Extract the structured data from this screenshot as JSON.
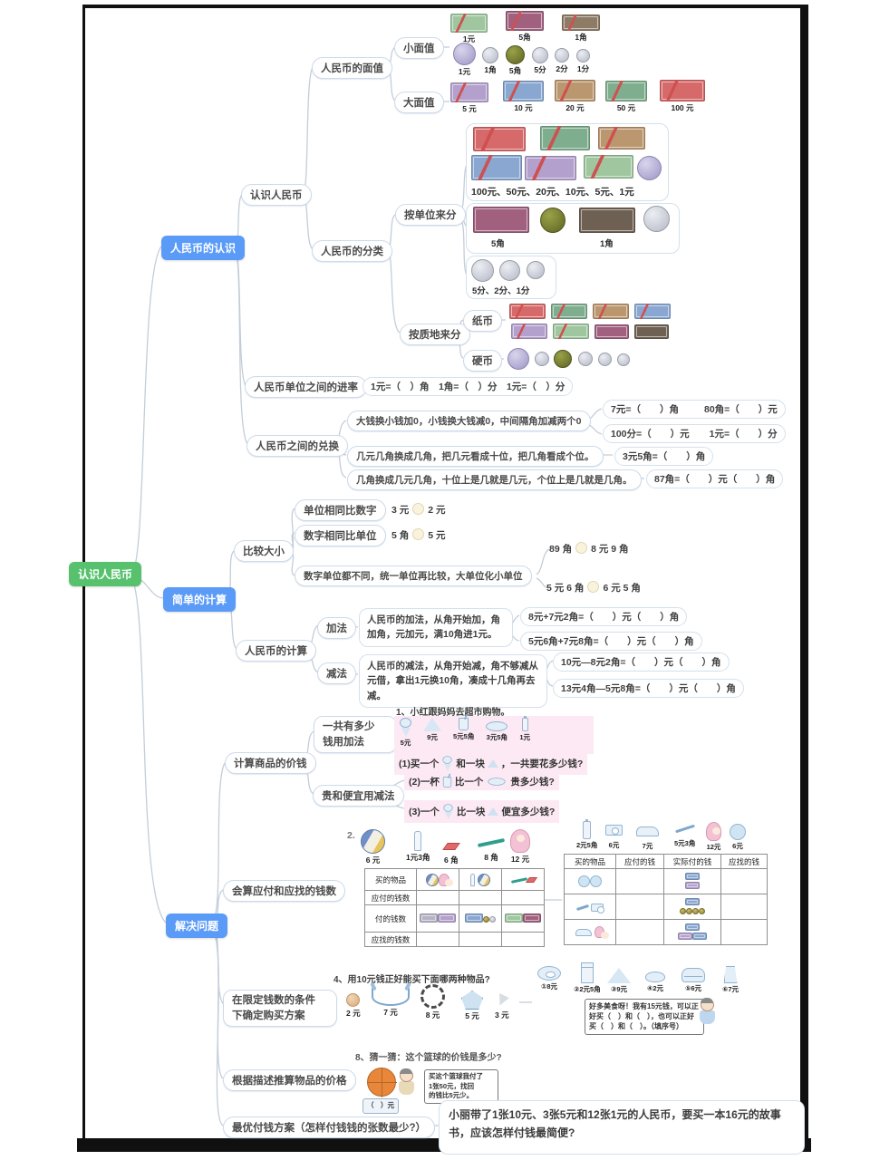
{
  "root": {
    "label": "认识人民币"
  },
  "b1": {
    "label": "人民币的认识",
    "node": "认识人民币",
    "mianzhi": {
      "label": "人民币的面值",
      "xiao": {
        "label": "小面值",
        "bill_labels": [
          "1元",
          "5角",
          "1角"
        ],
        "coin_labels": [
          "1元",
          "1角",
          "5角",
          "5分",
          "2分",
          "1分"
        ]
      },
      "da": {
        "label": "大面值",
        "bill_labels": [
          "5 元",
          "10 元",
          "20 元",
          "50 元",
          "100 元"
        ]
      }
    },
    "fenlei": {
      "label": "人民币的分类",
      "by_unit": {
        "label": "按单位来分",
        "group1_caption": "100元、50元、20元、10元、5元、1元",
        "group2_caption_a": "5角",
        "group2_caption_b": "1角",
        "group3_caption": "5分、2分、1分"
      },
      "by_texture": {
        "label": "按质地来分",
        "paper": "纸币",
        "coin": "硬币"
      }
    },
    "jinlv": {
      "label": "人民币单位之间的进率",
      "eq": "1元=（　）角　1角=（　）分　1元=（　）分"
    },
    "duihuan": {
      "label": "人民币之间的兑换",
      "rule1": "大钱换小钱加0，小钱换大钱减0，中间隔角加减两个0",
      "rule1_eq1": "7元=（　　）角",
      "rule1_eq2": "80角=（　　）元",
      "rule1_eq3": "100分=（　　）元",
      "rule1_eq4": "1元=（　　）分",
      "rule2": "几元几角换成几角，把几元看成十位，把几角看成个位。",
      "rule2_eq": "3元5角=（　　）角",
      "rule3": "几角换成几元几角，十位上是几就是几元，个位上是几就是几角。",
      "rule3_eq": "87角=（　　）元（　　）角"
    }
  },
  "b2": {
    "label": "简单的计算",
    "bijiao": {
      "label": "比较大小",
      "r1": {
        "label": "单位相同比数字",
        "left": "3 元",
        "right": "2 元"
      },
      "r2": {
        "label": "数字相同比单位",
        "left": "5 角",
        "right": "5 元"
      },
      "r3": {
        "label": "数字单位都不同，统一单位再比较，大单位化小单位",
        "eq1_left": "89 角",
        "eq1_right": "8 元 9 角",
        "eq2_left": "5 元 6 角",
        "eq2_right": "6 元 5 角"
      }
    },
    "jisuan": {
      "label": "人民币的计算",
      "add": {
        "label": "加法",
        "rule": "人民币的加法，从角开始加，角加角，元加元，满10角进1元。",
        "eq1": "8元+7元2角=（　　）元（　　）角",
        "eq2": "5元6角+7元8角=（　　）元（　　）角"
      },
      "sub": {
        "label": "减法",
        "rule": "人民币的减法，从角开始减，角不够减从元借，拿出1元换10角，凑成十几角再去减。",
        "eq1": "10元—8元2角=（　　）元（　　）角",
        "eq2": "13元4角—5元8角=（　　）元（　　）角"
      }
    }
  },
  "b3": {
    "label": "解决问题",
    "jiaqian": {
      "label": "计算商品的价钱",
      "add_label_l1": "一共有多少",
      "add_label_l2": "钱用加法",
      "intro": "1、小红跟妈妈去超市购物。",
      "prices": [
        "5元",
        "9元",
        "5元5角",
        "3元5角",
        "1元"
      ],
      "q1a": "(1)买一个",
      "q1b": "和一块",
      "q1c": "，一共要花多少钱?",
      "sub_label": "贵和便宜用减法",
      "q2a": "(2)一杯",
      "q2b": "比一个",
      "q2c": "贵多少钱?",
      "q3a": "(3)一个",
      "q3b": "比一块",
      "q3c": "便宜多少钱?"
    },
    "yingfu": {
      "label": "会算应付和应找的钱数",
      "num": "2.",
      "prices": [
        "6 元",
        "1元3角",
        "6 角",
        "8 角",
        "12 元"
      ],
      "row_labels": [
        "买的物品",
        "应付的钱数",
        "付的钱数",
        "应找的钱数"
      ],
      "right_prices": [
        "2元5角",
        "6元",
        "7元",
        "5元3角",
        "12元",
        "6元"
      ],
      "right_headers": [
        "买的物品",
        "应付的钱",
        "实际付的钱",
        "应找的钱"
      ]
    },
    "xianding": {
      "label_l1": "在限定钱数的条件",
      "label_l2": "下确定购买方案",
      "q": "4、用10元钱正好能买下面哪两种物品?",
      "prices": [
        "2 元",
        "7 元",
        "8 元",
        "5 元",
        "3 元"
      ],
      "food_prices": [
        "①8元",
        "②2元5角",
        "③9元",
        "④2元",
        "⑤6元",
        "⑥7元"
      ],
      "bubble_l1": "好多美食呀！我有15元钱，可以正",
      "bubble_l2": "好买（　）和（　），也可以正好",
      "bubble_l3": "买（　）和（　）。（填序号）"
    },
    "tuisuan": {
      "label": "根据描述推算物品的价格",
      "q": "8、猜一猜：这个篮球的价钱是多少?",
      "tag": "（　）元",
      "bubble_l1": "买这个篮球我付了",
      "bubble_l2": "1张50元，找回",
      "bubble_l3": "的钱比5元少。"
    },
    "zuiyou": {
      "label": "最优付钱方案（怎样付钱钱的张数最少?）",
      "answer": "小丽带了1张10元、3张5元和12张1元的人民币，要买一本16元的故事书，应该怎样付钱最简便?"
    }
  }
}
